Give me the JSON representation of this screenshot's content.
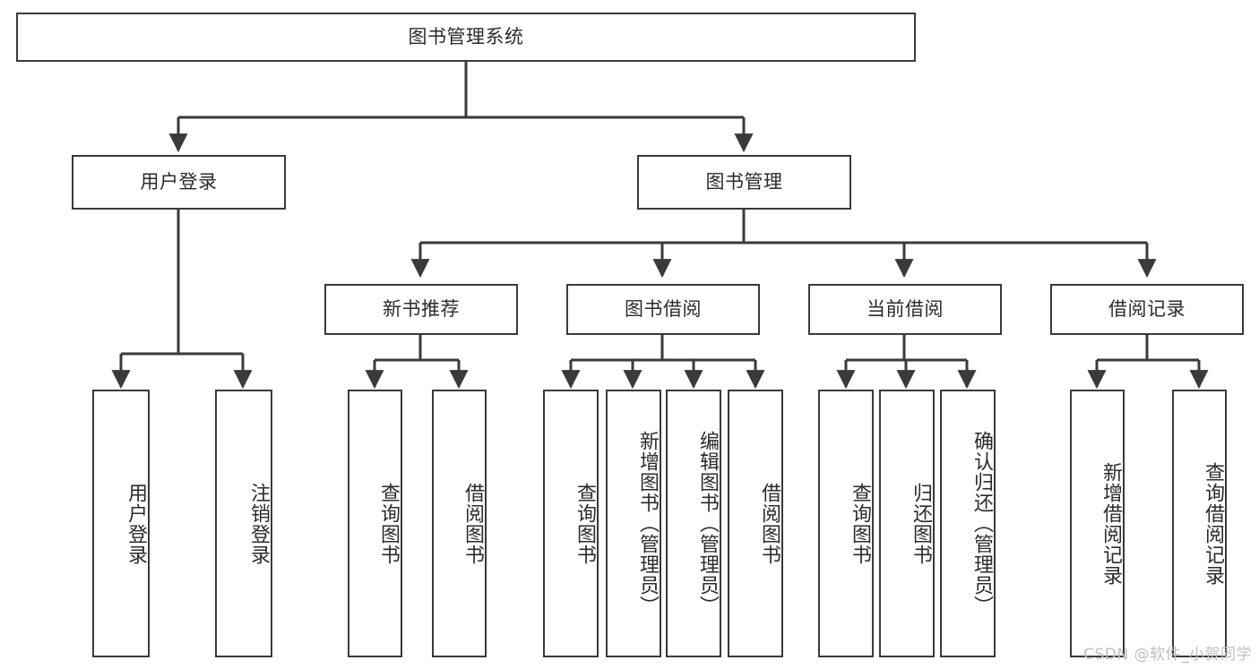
{
  "diagram": {
    "type": "tree-hierarchy",
    "title_node": {
      "id": "root",
      "label": "图书管理系统"
    },
    "level2": [
      {
        "id": "user-login",
        "label": "用户登录"
      },
      {
        "id": "book-management",
        "label": "图书管理"
      }
    ],
    "level3": [
      {
        "id": "new-book-recommend",
        "label": "新书推荐",
        "parent": "book-management"
      },
      {
        "id": "book-borrow",
        "label": "图书借阅",
        "parent": "book-management"
      },
      {
        "id": "current-borrow",
        "label": "当前借阅",
        "parent": "book-management"
      },
      {
        "id": "borrow-record",
        "label": "借阅记录",
        "parent": "book-management"
      }
    ],
    "leaves": {
      "user_login": [
        {
          "id": "leaf-user-login",
          "label": "用户登录"
        },
        {
          "id": "leaf-user-logout",
          "label": "注销登录"
        }
      ],
      "new_book_recommend": [
        {
          "id": "leaf-query-book-1",
          "label": "查询图书"
        },
        {
          "id": "leaf-borrow-book-1",
          "label": "借阅图书"
        }
      ],
      "book_borrow": [
        {
          "id": "leaf-query-book-2",
          "label": "查询图书"
        },
        {
          "id": "leaf-add-book",
          "label": "新增图书（管理员）"
        },
        {
          "id": "leaf-edit-book",
          "label": "编辑图书（管理员）"
        },
        {
          "id": "leaf-borrow-book-2",
          "label": "借阅图书"
        }
      ],
      "current_borrow": [
        {
          "id": "leaf-query-book-3",
          "label": "查询图书"
        },
        {
          "id": "leaf-return-book",
          "label": "归还图书"
        },
        {
          "id": "leaf-confirm-return",
          "label": "确认归还（管理员）"
        }
      ],
      "borrow_record": [
        {
          "id": "leaf-add-record",
          "label": "新增借阅记录"
        },
        {
          "id": "leaf-query-record",
          "label": "查询借阅记录"
        }
      ]
    },
    "colors": {
      "background": "#ffffff",
      "node_fill": "#ffffff",
      "node_border": "#3a3a3a",
      "edge": "#3a3a3a",
      "text": "#2b2b2b",
      "watermark": "#bfbfbf"
    }
  },
  "watermark": {
    "text": "CSDN @软件_小贺同学"
  }
}
